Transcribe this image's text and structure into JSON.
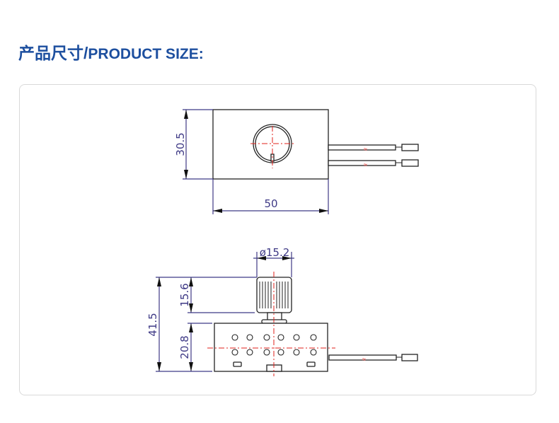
{
  "header": {
    "title_cn": "产品尺寸",
    "title_sep": "/",
    "title_en": "PRODUCT SIZE:"
  },
  "drawing": {
    "top_view": {
      "height_label": "30.5",
      "width_label": "50"
    },
    "side_view": {
      "knob_diameter_label": "ø15.2",
      "total_height_label": "41.5",
      "knob_height_label": "15.6",
      "body_height_label": "20.8"
    },
    "colors": {
      "title": "#1d4f9f",
      "dimension": "#3f3a86",
      "centerline": "#e0201b"
    }
  }
}
